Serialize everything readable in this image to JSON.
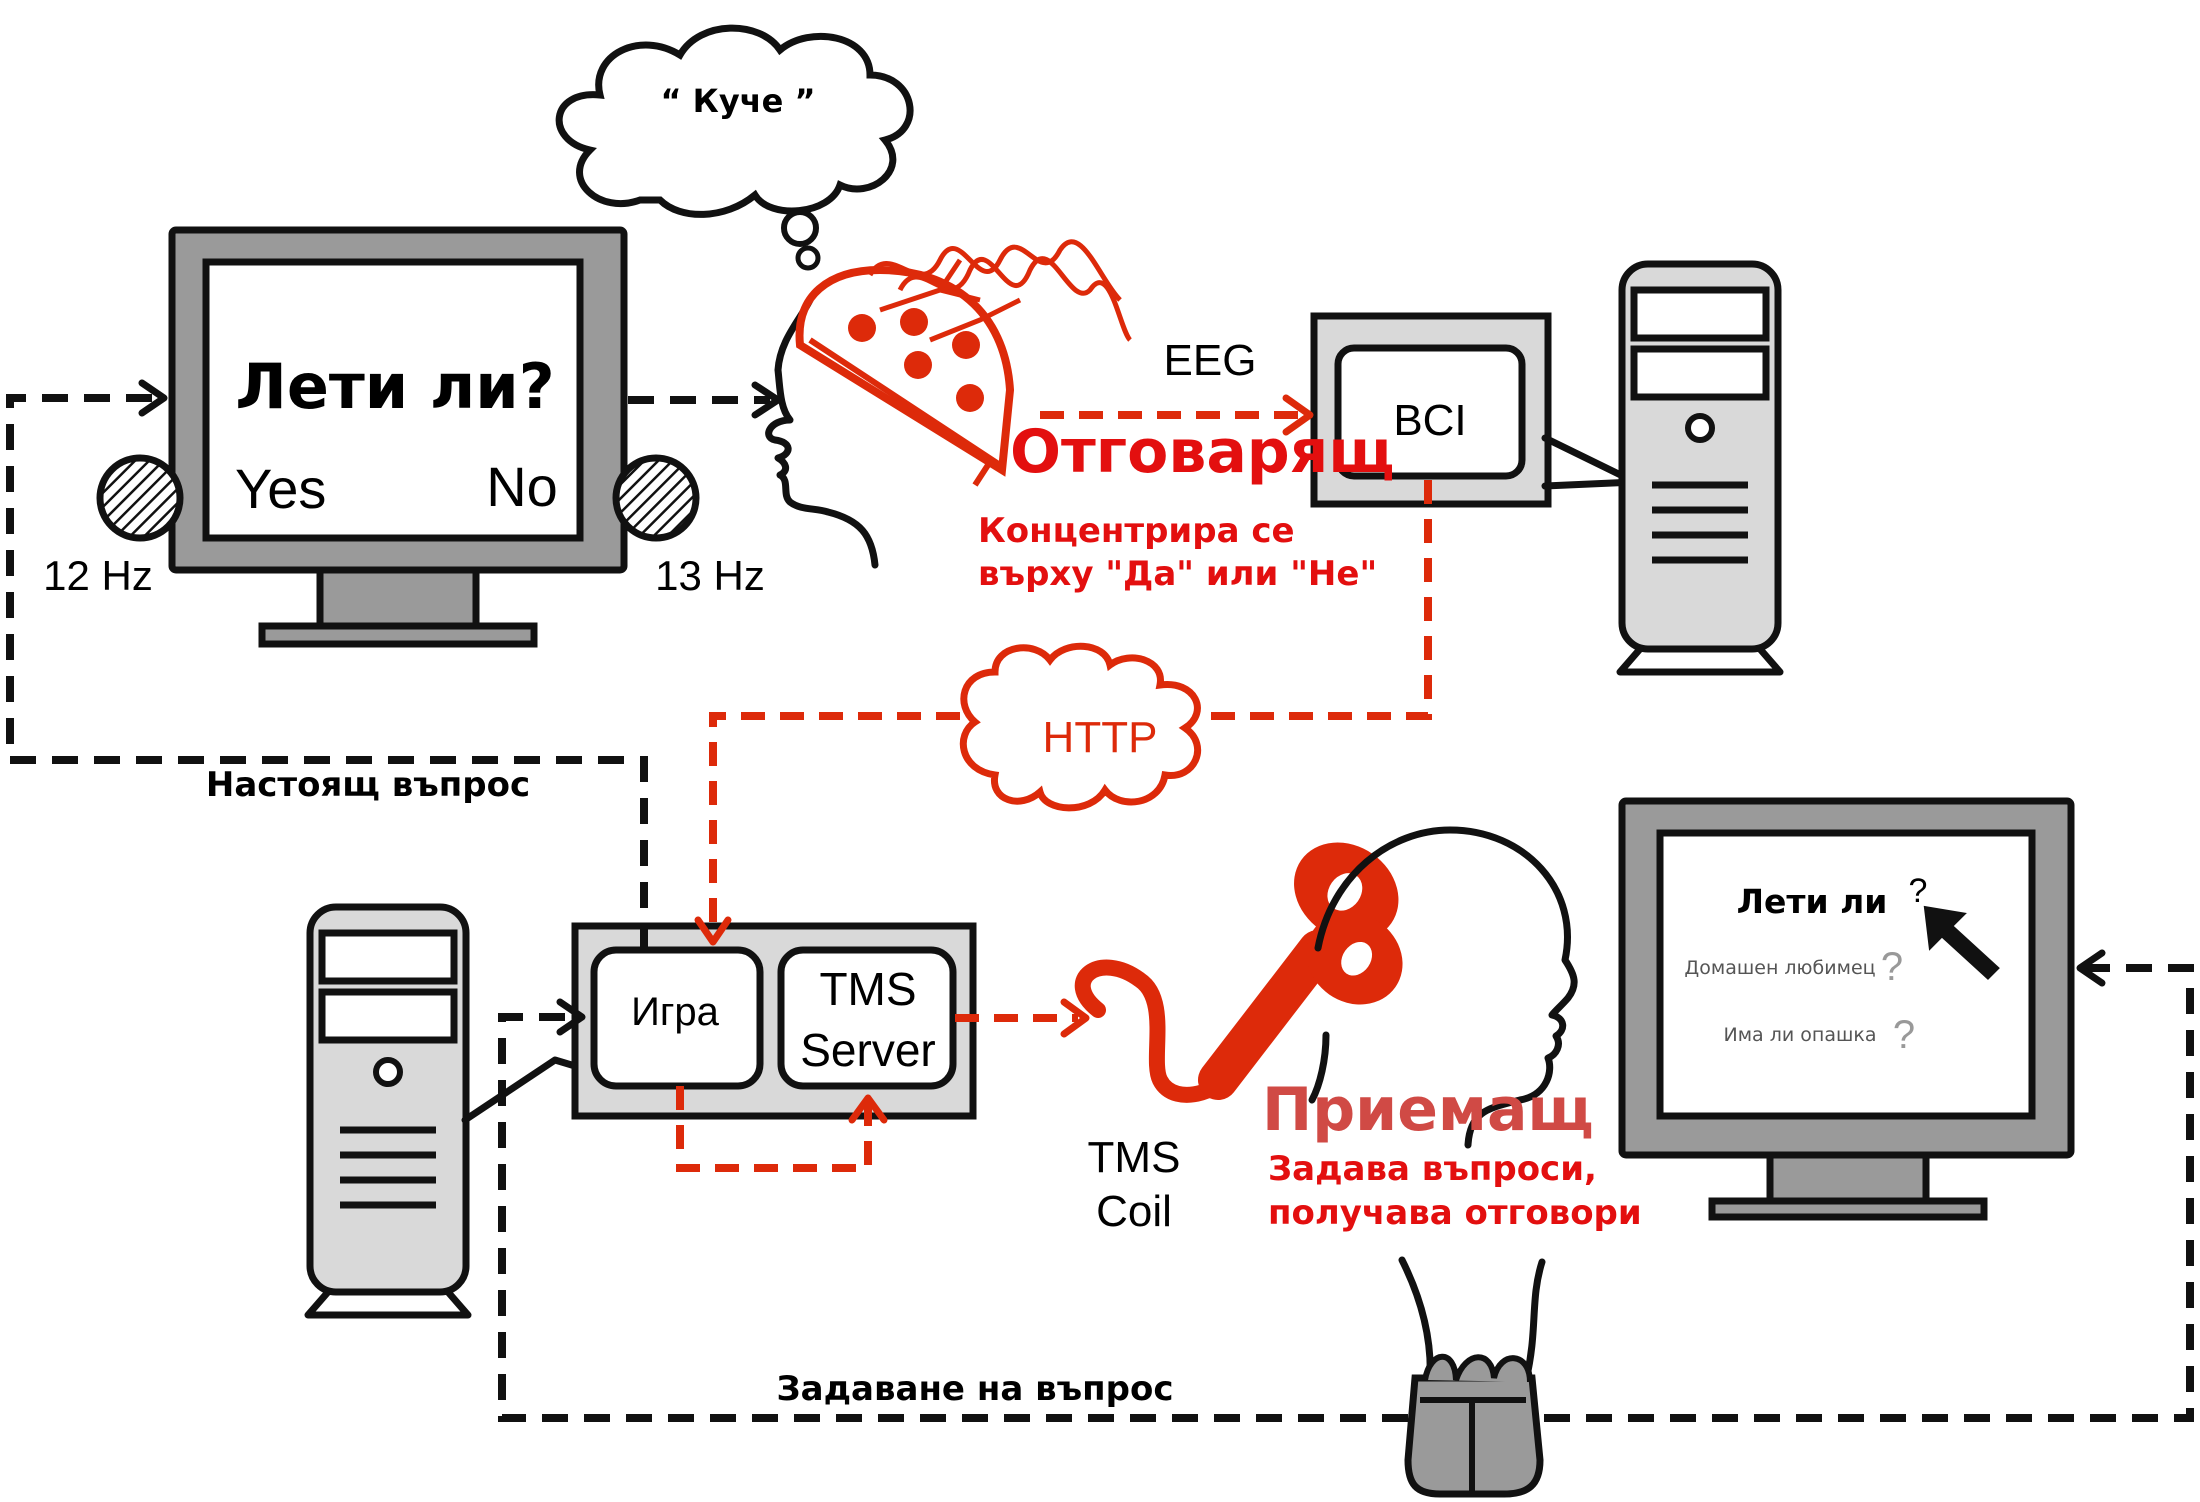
{
  "thought_bubble": {
    "text": "“ Куче ”"
  },
  "sender_monitor": {
    "question": "Лети ли?",
    "yes_label": "Yes",
    "no_label": "No",
    "left_led_freq": "12 Hz",
    "right_led_freq": "13 Hz"
  },
  "eeg": {
    "label": "EEG"
  },
  "bci": {
    "label": "BCI"
  },
  "responder": {
    "title": "Отговарящ",
    "desc_line1": "Концентрира се",
    "desc_line2": "върху \"Да\" или \"Не\""
  },
  "http": {
    "label": "HTTP"
  },
  "actual_question": {
    "label": "Настоящ въпрос"
  },
  "game_box": {
    "game_label": "Игра",
    "tms_line1": "TMS",
    "tms_line2": "Server"
  },
  "tms_coil": {
    "line1": "TMS",
    "line2": "Coil"
  },
  "receiver": {
    "title": "Приемащ",
    "desc_line1": "Задава въпроси,",
    "desc_line2": "получава отговори"
  },
  "receiver_monitor": {
    "question": "Лети ли",
    "q_mark": "?",
    "option1": "Домашен любимец",
    "option2": "Има ли опашка",
    "option_mark": "?"
  },
  "ask_question": {
    "label": "Задаване на въпрос"
  },
  "colors": {
    "accent_red": "#dd2a0a",
    "receiver_red": "#d04a45",
    "gray": "#9a9a9a",
    "light_gray": "#d9d9d9"
  }
}
